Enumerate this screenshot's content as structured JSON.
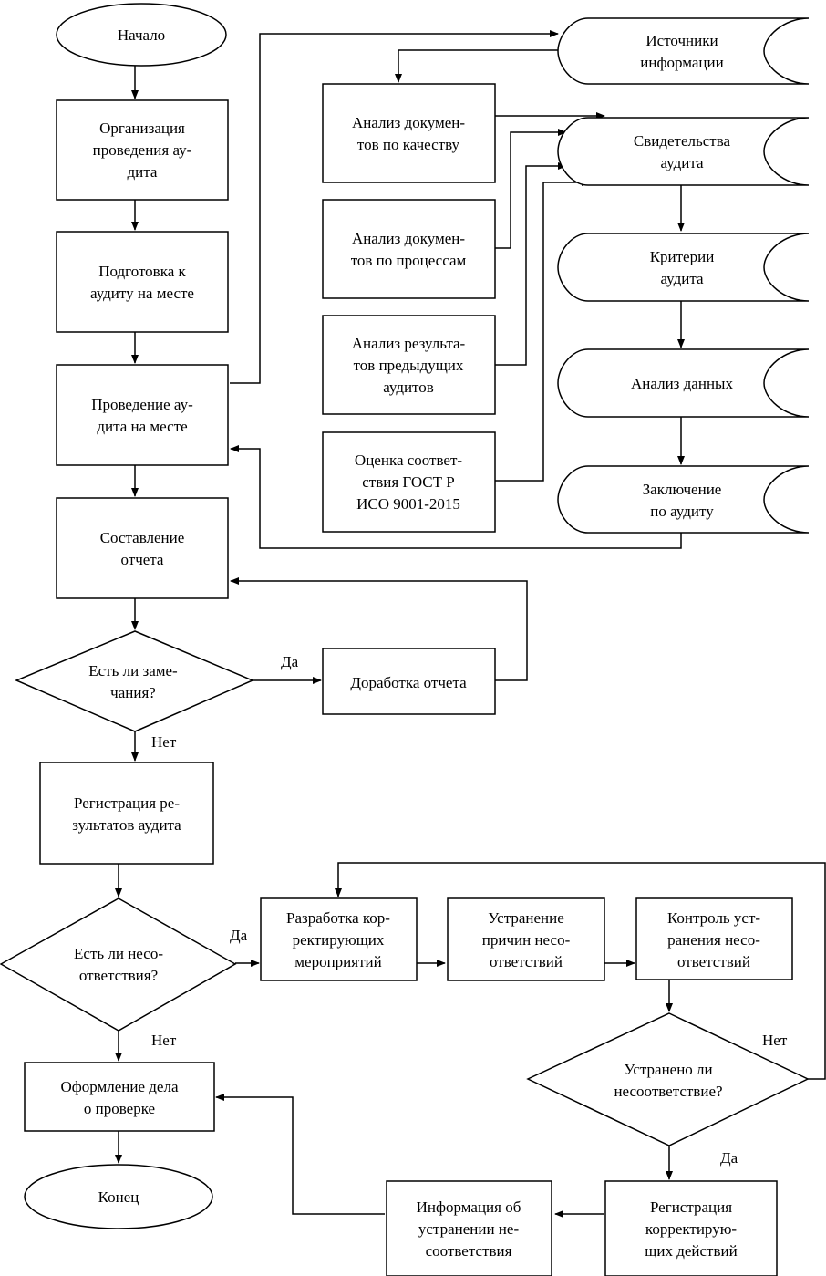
{
  "colors": {
    "stroke": "#000000",
    "background": "#ffffff"
  },
  "nodes": {
    "start": "Начало",
    "organize": [
      "Организация",
      "проведения ау-",
      "дита"
    ],
    "prepare": [
      "Подготовка к",
      "аудиту на месте"
    ],
    "conduct": [
      "Проведение ау-",
      "дита на месте"
    ],
    "report": [
      "Составление",
      "отчета"
    ],
    "remarks_q": [
      "Есть ли заме-",
      "чания?"
    ],
    "rework": [
      "Доработка отчета"
    ],
    "register": [
      "Регистрация ре-",
      "зультатов аудита"
    ],
    "nonconf_q": [
      "Есть ли несо-",
      "ответствия?"
    ],
    "close_case": [
      "Оформление дела",
      "о проверке"
    ],
    "end": "Конец",
    "sources": [
      "Источники",
      "информации"
    ],
    "doc_quality": [
      "Анализ докумен-",
      "тов по качеству"
    ],
    "doc_process": [
      "Анализ докумен-",
      "тов по процессам"
    ],
    "prev_results": [
      "Анализ результа-",
      "тов предыдущих",
      "аудитов"
    ],
    "gost": [
      "Оценка соответ-",
      "ствия ГОСТ Р",
      "ИСО 9001-2015"
    ],
    "evidence": [
      "Свидетельства",
      "аудита"
    ],
    "criteria": [
      "Критерии",
      "аудита"
    ],
    "data_analysis": [
      "Анализ данных"
    ],
    "conclusion": [
      "Заключение",
      "по аудиту"
    ],
    "corrective_dev": [
      "Разработка кор-",
      "ректирующих",
      "мероприятий"
    ],
    "eliminate": [
      "Устранение",
      "причин несо-",
      "ответствий"
    ],
    "control": [
      "Контроль уст-",
      "ранения несо-",
      "ответствий"
    ],
    "eliminated_q": [
      "Устранено ли",
      "несоответствие?"
    ],
    "corrective_reg": [
      "Регистрация",
      "корректирую-",
      "щих действий"
    ],
    "info": [
      "Информация об",
      "устранении не-",
      "соответствия"
    ]
  },
  "labels": {
    "yes_rework": "Да",
    "no_register": "Нет",
    "yes_corrective": "Да",
    "no_close": "Нет",
    "no_repeat": "Нет",
    "yes_register": "Да"
  }
}
